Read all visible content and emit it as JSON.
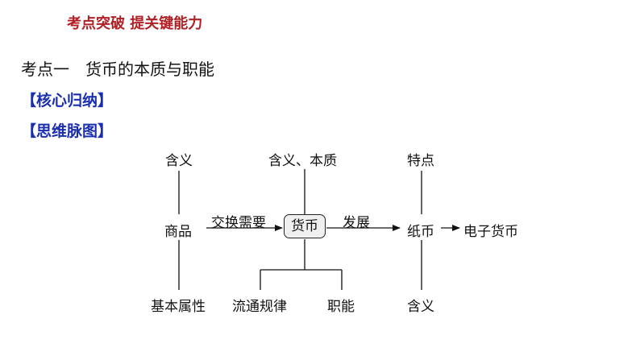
{
  "header": {
    "title": "考点突破 提关键能力"
  },
  "section": {
    "title": "考点一　货币的本质与职能",
    "tag_core": "【核心归纳】",
    "tag_mindmap": "【思维脉图】"
  },
  "diagram": {
    "nodes": {
      "commodity_meaning": "含义",
      "commodity": "商品",
      "commodity_attr": "基本属性",
      "money_meaning": "含义、本质",
      "money": "货币",
      "circulation_law": "流通规律",
      "function": "职能",
      "paper_feature": "特点",
      "paper_money": "纸币",
      "paper_meaning": "含义",
      "e_money": "电子货币"
    },
    "edges": {
      "exchange_need": "交换需要",
      "development": "发展"
    }
  }
}
